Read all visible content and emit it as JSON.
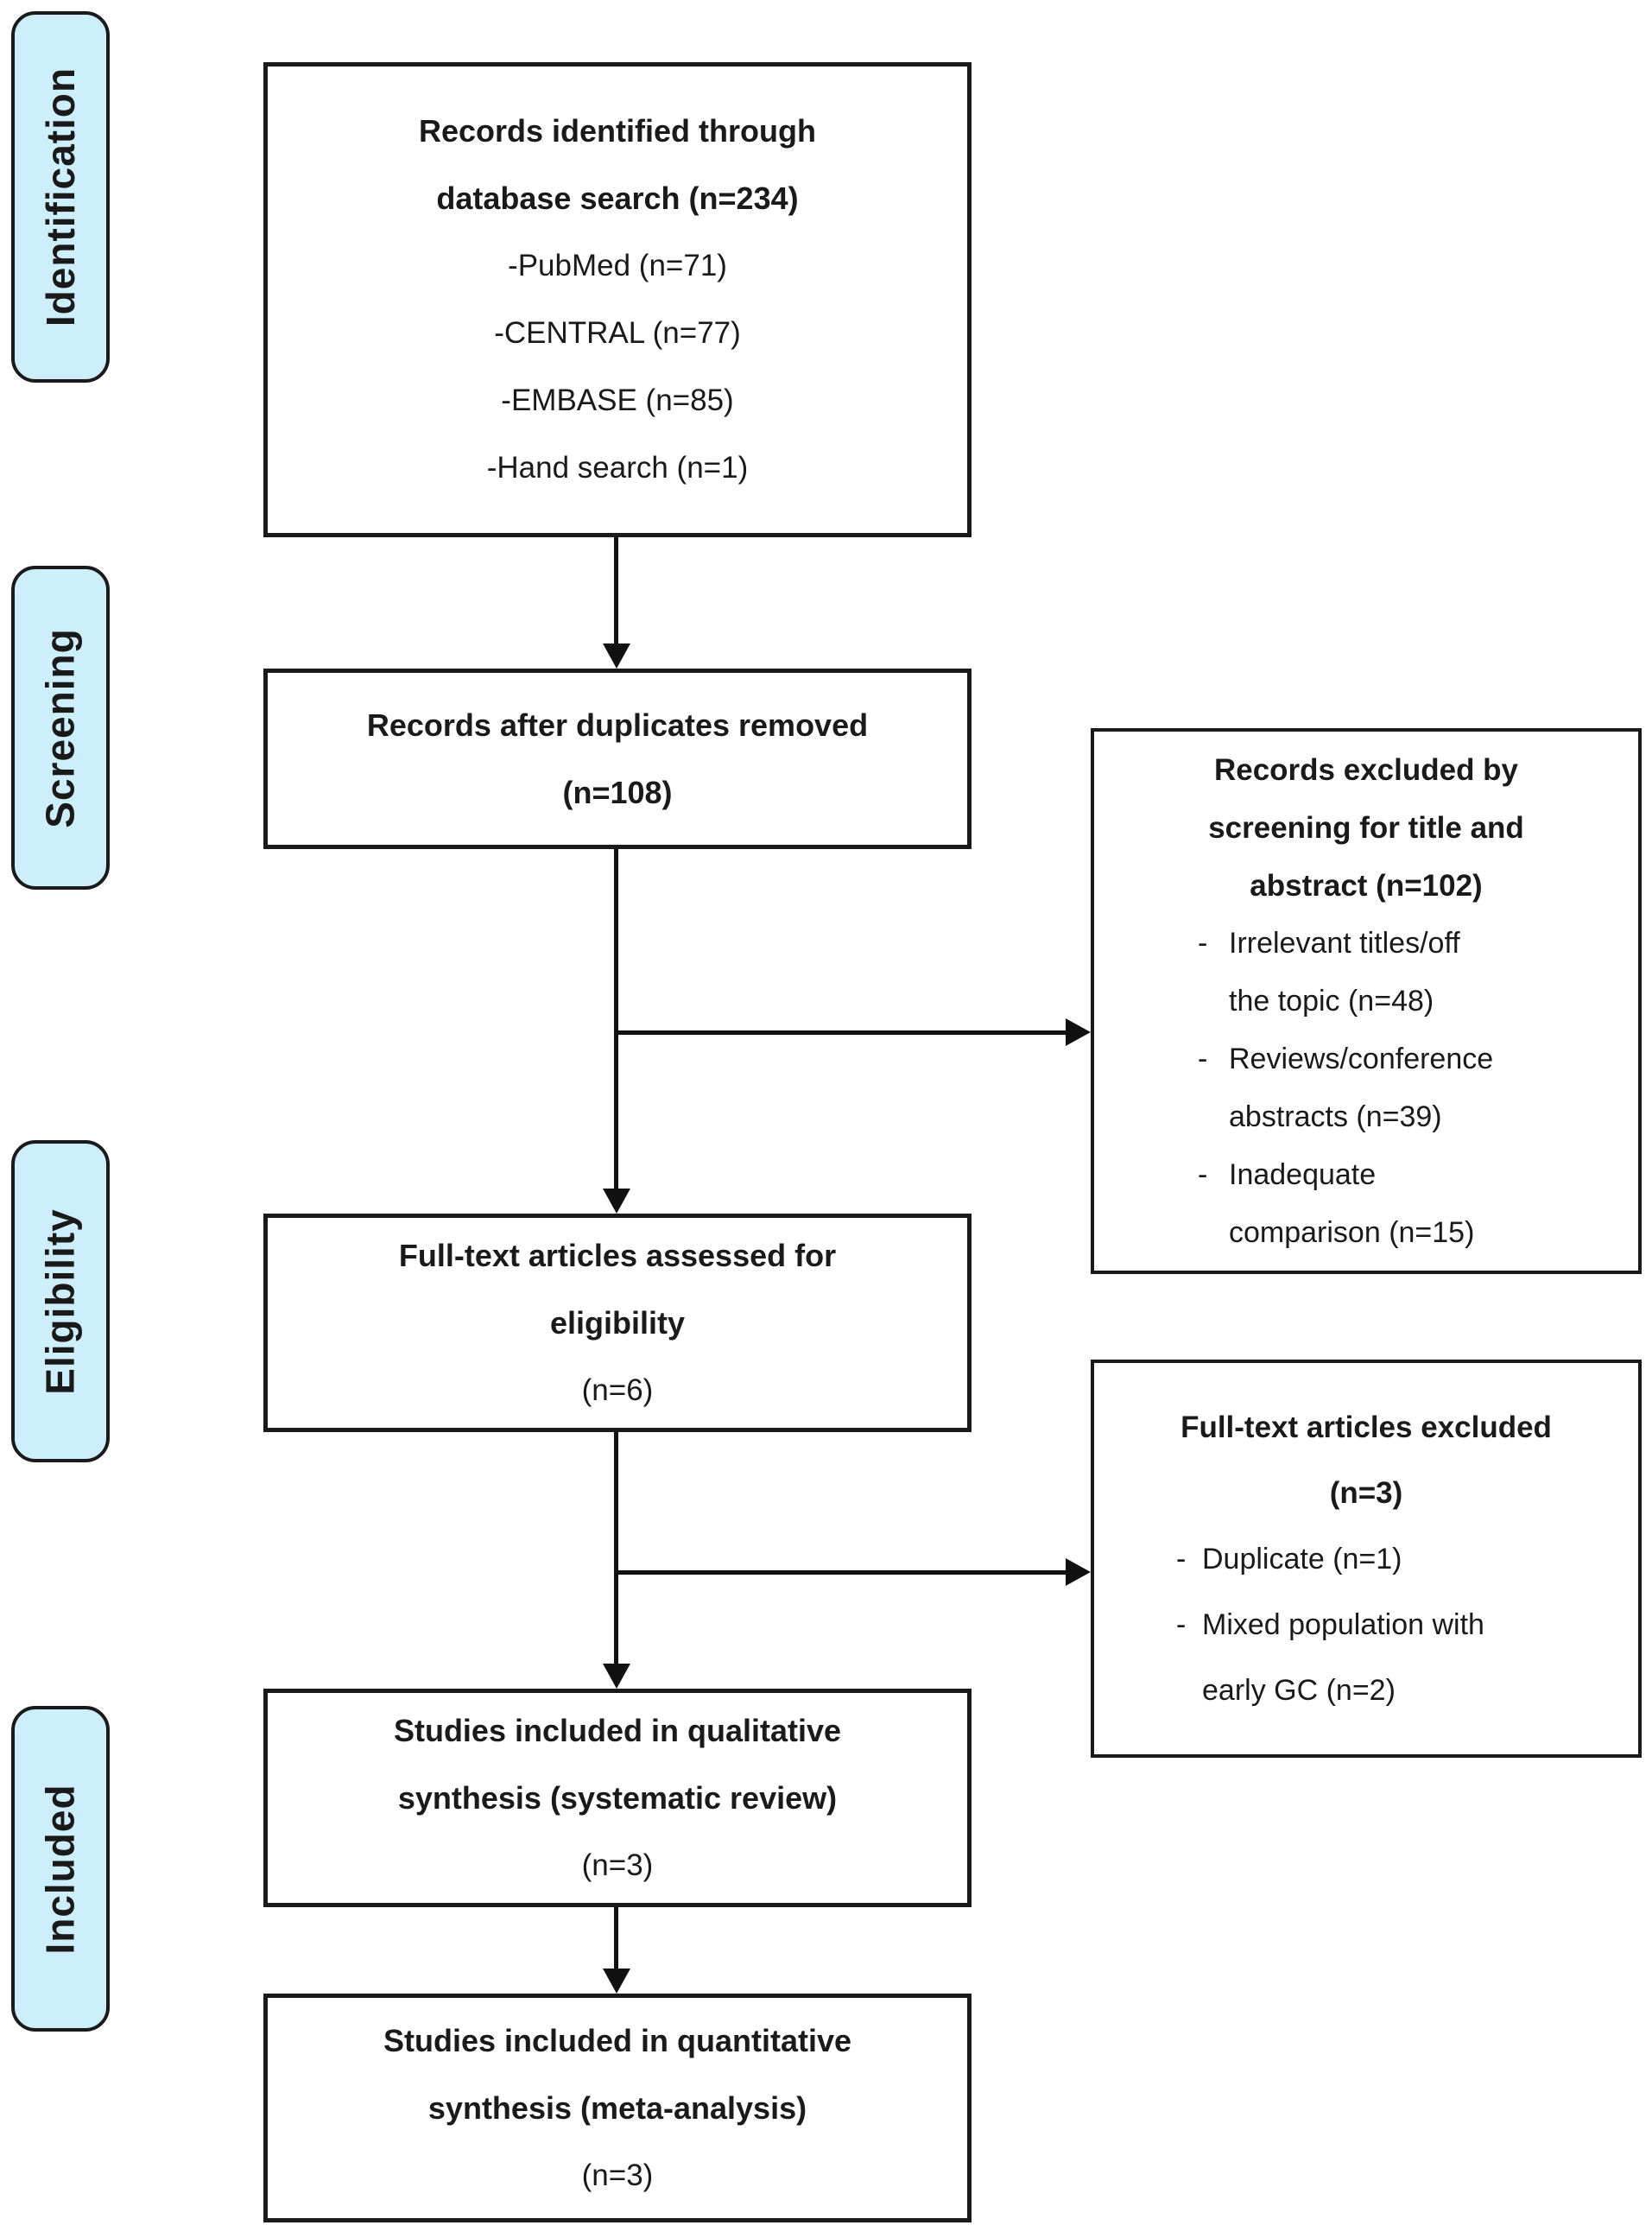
{
  "colors": {
    "stage_fill": "#cdeefb",
    "border": "#1a1a1a",
    "arrow": "#111111",
    "background": "#ffffff"
  },
  "stages": [
    {
      "label": "Identification"
    },
    {
      "label": "Screening"
    },
    {
      "label": "Eligibility"
    },
    {
      "label": "Included"
    }
  ],
  "flow": {
    "identified": {
      "title": [
        "Records identified through",
        "database search (n=234)"
      ],
      "items": [
        "-PubMed (n=71)",
        "-CENTRAL (n=77)",
        "-EMBASE (n=85)",
        "-Hand search (n=1)"
      ]
    },
    "deduplicated": {
      "title": [
        "Records after duplicates removed",
        "(n=108)"
      ]
    },
    "assessed": {
      "title": [
        "Full-text articles assessed for",
        "eligibility"
      ],
      "count": "(n=6)"
    },
    "qualitative": {
      "title": [
        "Studies included in qualitative",
        "synthesis (systematic review)"
      ],
      "count": "(n=3)"
    },
    "quantitative": {
      "title": [
        "Studies included in quantitative",
        "synthesis (meta-analysis)"
      ],
      "count": "(n=3)"
    }
  },
  "exclusions": {
    "screening": {
      "title": [
        "Records excluded by",
        "screening for title and",
        "abstract (n=102)"
      ],
      "items": [
        {
          "marker": "-",
          "lines": [
            "Irrelevant titles/off",
            "the topic (n=48)"
          ]
        },
        {
          "marker": "-",
          "lines": [
            "Reviews/conference",
            "abstracts (n=39)"
          ]
        },
        {
          "marker": "-",
          "lines": [
            "Inadequate",
            "comparison (n=15)"
          ]
        }
      ]
    },
    "fulltext": {
      "title": [
        "Full-text articles excluded",
        "(n=3)"
      ],
      "items": [
        {
          "marker": "-",
          "lines": [
            "Duplicate (n=1)"
          ]
        },
        {
          "marker": "-",
          "lines": [
            "Mixed population with",
            "early GC (n=2)"
          ]
        }
      ]
    }
  }
}
